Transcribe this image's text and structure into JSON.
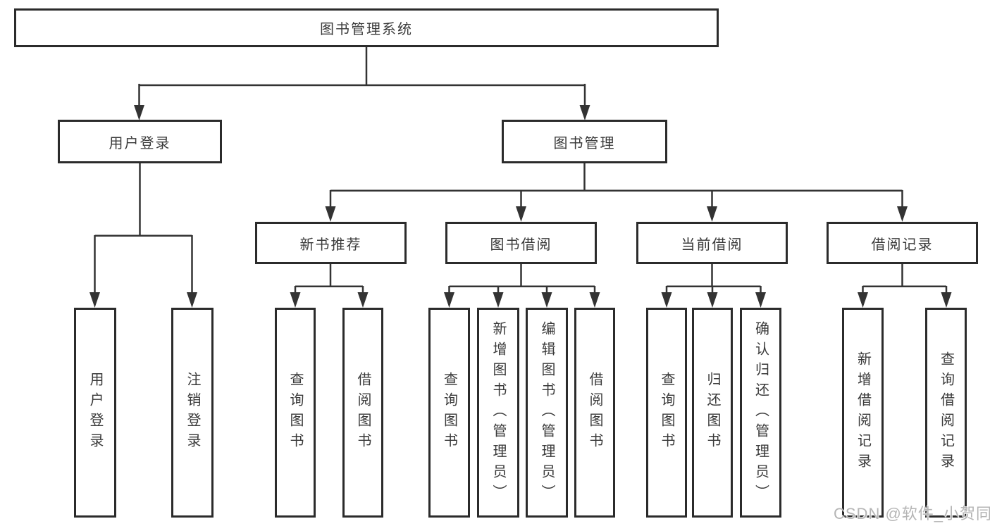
{
  "diagram": {
    "root": "图书管理系统",
    "branches": [
      {
        "label": "用户登录",
        "children": [
          "用户登录",
          "注销登录"
        ]
      },
      {
        "label": "图书管理",
        "groups": [
          {
            "label": "新书推荐",
            "children": [
              "查询图书",
              "借阅图书"
            ]
          },
          {
            "label": "图书借阅",
            "children": [
              "查询图书",
              "新增图书（管理员）",
              "编辑图书（管理员）",
              "借阅图书"
            ]
          },
          {
            "label": "当前借阅",
            "children": [
              "查询图书",
              "归还图书",
              "确认归还（管理员）"
            ]
          },
          {
            "label": "借阅记录",
            "children": [
              "新增借阅记录",
              "查询借阅记录"
            ]
          }
        ]
      }
    ]
  },
  "colors": {
    "line": "#333333",
    "border": "#2b2b2b",
    "text": "#3a3a3a",
    "watermark": "#b5b5b5"
  },
  "watermark": "CSDN @软件_小贺同学"
}
